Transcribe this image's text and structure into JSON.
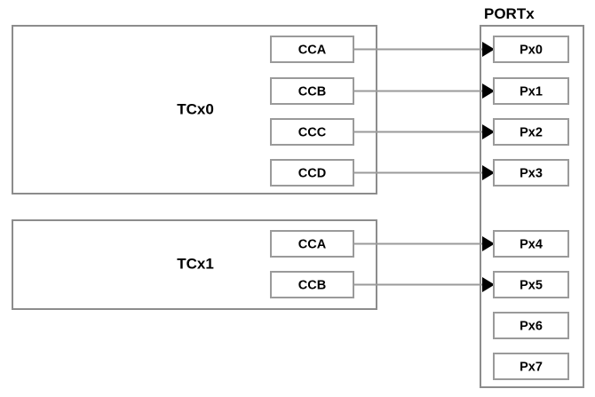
{
  "diagram": {
    "title_visible": "PORTx",
    "colors": {
      "background": "#ffffff",
      "box_stroke": "#9a9a9a",
      "container_stroke": "#8c8c8c",
      "line": "#9a9a9a",
      "arrow": "#000000",
      "text": "#000000"
    }
  },
  "timers": [
    {
      "name": "TCx0",
      "label": "TCx0",
      "channels": [
        {
          "label": "CCA",
          "target": "Px0"
        },
        {
          "label": "CCB",
          "target": "Px1"
        },
        {
          "label": "CCC",
          "target": "Px2"
        },
        {
          "label": "CCD",
          "target": "Px3"
        }
      ]
    },
    {
      "name": "TCx1",
      "label": "TCx1",
      "channels": [
        {
          "label": "CCA",
          "target": "Px4"
        },
        {
          "label": "CCB",
          "target": "Px5"
        }
      ]
    }
  ],
  "port": {
    "label": "PORTx",
    "pins": [
      {
        "label": "Px0",
        "connected": true
      },
      {
        "label": "Px1",
        "connected": true
      },
      {
        "label": "Px2",
        "connected": true
      },
      {
        "label": "Px3",
        "connected": true
      },
      {
        "label": "Px4",
        "connected": true
      },
      {
        "label": "Px5",
        "connected": true
      },
      {
        "label": "Px6",
        "connected": false
      },
      {
        "label": "Px7",
        "connected": false
      }
    ]
  }
}
